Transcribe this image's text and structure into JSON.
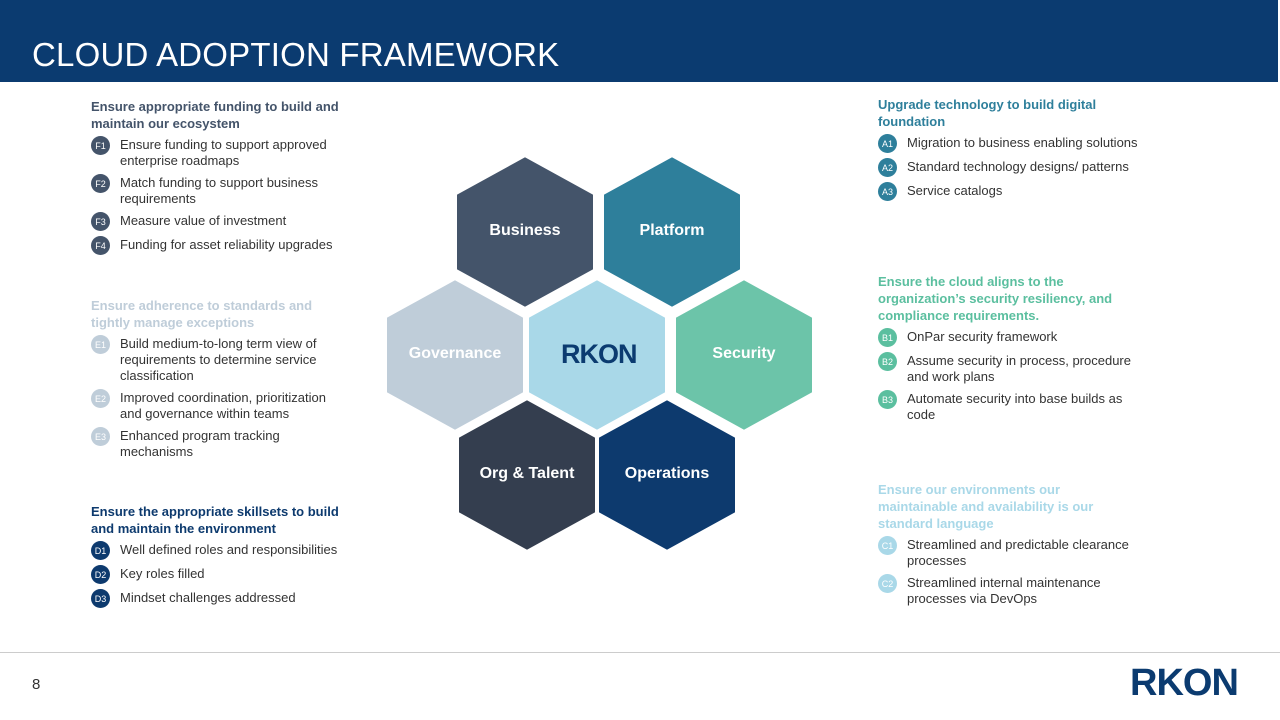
{
  "title": "CLOUD ADOPTION FRAMEWORK",
  "left": [
    {
      "heading": "Ensure appropriate funding to build and maintain our ecosystem",
      "color": "#44546a",
      "items": [
        {
          "id": "F1",
          "text": "Ensure funding to support approved enterprise roadmaps"
        },
        {
          "id": "F2",
          "text": "Match funding to support business requirements"
        },
        {
          "id": "F3",
          "text": "Measure value of investment"
        },
        {
          "id": "F4",
          "text": "Funding for asset reliability upgrades"
        }
      ]
    },
    {
      "heading": "Ensure adherence to standards  and tightly manage exceptions",
      "color": "#bfcdd9",
      "items": [
        {
          "id": "E1",
          "text": "Build medium-to-long term view of requirements to determine service classification"
        },
        {
          "id": "E2",
          "text": "Improved coordination, prioritization and governance within teams"
        },
        {
          "id": "E3",
          "text": "Enhanced program tracking mechanisms"
        }
      ]
    },
    {
      "heading": "Ensure the appropriate skillsets to build and maintain the environment",
      "color": "#0d3a6e",
      "items": [
        {
          "id": "D1",
          "text": "Well defined roles and responsibilities"
        },
        {
          "id": "D2",
          "text": "Key roles filled"
        },
        {
          "id": "D3",
          "text": "Mindset challenges addressed"
        }
      ]
    }
  ],
  "right": [
    {
      "heading": "Upgrade technology to build digital foundation",
      "color": "#2e7f9b",
      "items": [
        {
          "id": "A1",
          "text": "Migration to business enabling solutions"
        },
        {
          "id": "A2",
          "text": "Standard technology designs/ patterns"
        },
        {
          "id": "A3",
          "text": "Service catalogs"
        }
      ]
    },
    {
      "heading": "Ensure the cloud aligns to the organization’s security resiliency, and compliance requirements.",
      "color": "#5bbf9f",
      "items": [
        {
          "id": "B1",
          "text": "OnPar security framework"
        },
        {
          "id": "B2",
          "text": "Assume security in process, procedure and work plans"
        },
        {
          "id": "B3",
          "text": "Automate security into base builds as code"
        }
      ]
    },
    {
      "heading": "Ensure our environments our maintainable and availability is our standard language",
      "color": "#a9d8e8",
      "items": [
        {
          "id": "C1",
          "text": "Streamlined and predictable clearance processes"
        },
        {
          "id": "C2",
          "text": "Streamlined internal maintenance processes via DevOps"
        }
      ]
    }
  ],
  "hexes": [
    {
      "label": "Business",
      "color": "#44546a"
    },
    {
      "label": "Platform",
      "color": "#2e7f9b"
    },
    {
      "label": "Governance",
      "color": "#bfcdd9"
    },
    {
      "label": "RKON",
      "color": "#a9d8e8"
    },
    {
      "label": "Security",
      "color": "#6cc4a9"
    },
    {
      "label": "Org & Talent",
      "color": "#343e4f"
    },
    {
      "label": "Operations",
      "color": "#0d3a6e"
    }
  ],
  "page_number": "8",
  "logo": "RKON"
}
